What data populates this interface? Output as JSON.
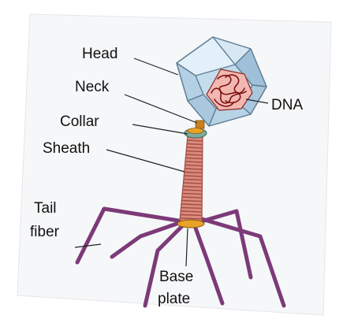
{
  "labels": {
    "head": "Head",
    "neck": "Neck",
    "collar": "Collar",
    "sheath": "Sheath",
    "tail_fiber_1": "Tail",
    "tail_fiber_2": "fiber",
    "dna": "DNA",
    "base_plate_1": "Base",
    "base_plate_2": "plate"
  },
  "colors": {
    "card": "#f6f7f9",
    "capsid_light": "#e3f0fa",
    "capsid_mid": "#c4dceb",
    "capsid_dark": "#9fc0d8",
    "capsid_edge": "#5f7f95",
    "dna_bg": "#f3b7b1",
    "dna_strand": "#7d1313",
    "collar": "#e8a227",
    "sheath": "#d98a7c",
    "sheath_band": "#a44d44",
    "fiber": "#7c3a78",
    "leader": "#222222"
  }
}
